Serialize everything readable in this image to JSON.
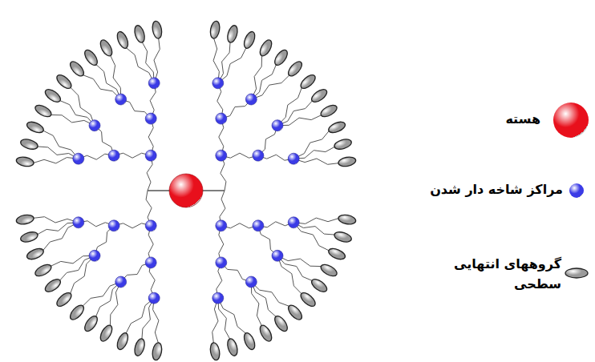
{
  "diagram": {
    "legend": [
      {
        "text": "هسته",
        "color": "#e8101c"
      },
      {
        "text": "مراکز شاخه دار شدن",
        "color": "#3b3be6"
      },
      {
        "text": "گروههای انتهایی سطحی",
        "color": "#9a9a9a"
      }
    ]
  }
}
